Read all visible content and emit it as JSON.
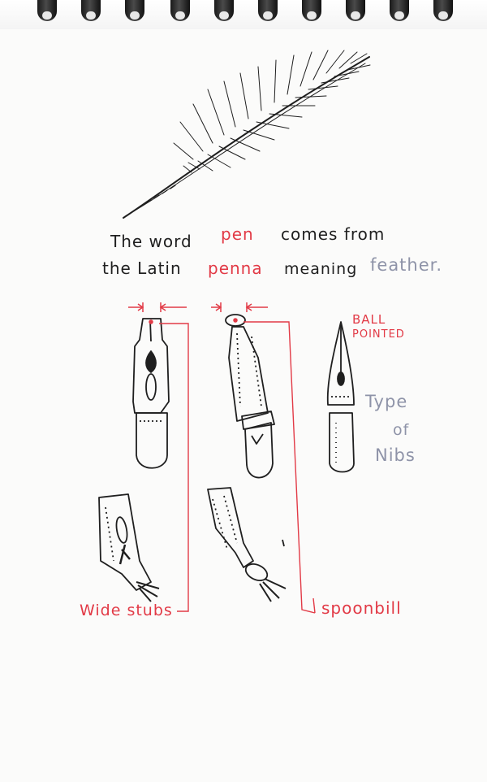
{
  "sentence": {
    "line1": {
      "the_word": "The word",
      "pen": "pen",
      "comes_from": "comes from"
    },
    "line2": {
      "the_latin": "the Latin",
      "penna": "penna",
      "meaning": "meaning",
      "feather": "feather."
    }
  },
  "labels": {
    "ball": "BALL",
    "pointed": "POINTED",
    "type": "Type",
    "of": "of",
    "nibs": "Nibs",
    "wide_stubs": "Wide stubs",
    "spoonbill": "spoonbill"
  },
  "colors": {
    "ink": "#1f1f1f",
    "red_ink": "#e23a46",
    "gray_ink": "#8e93a8",
    "paper": "#fbfbfa"
  },
  "icons": [
    "feather-icon",
    "wide-stub-nib-icon",
    "ball-nib-icon",
    "pointed-nib-icon",
    "spoonbill-nib-icon"
  ]
}
